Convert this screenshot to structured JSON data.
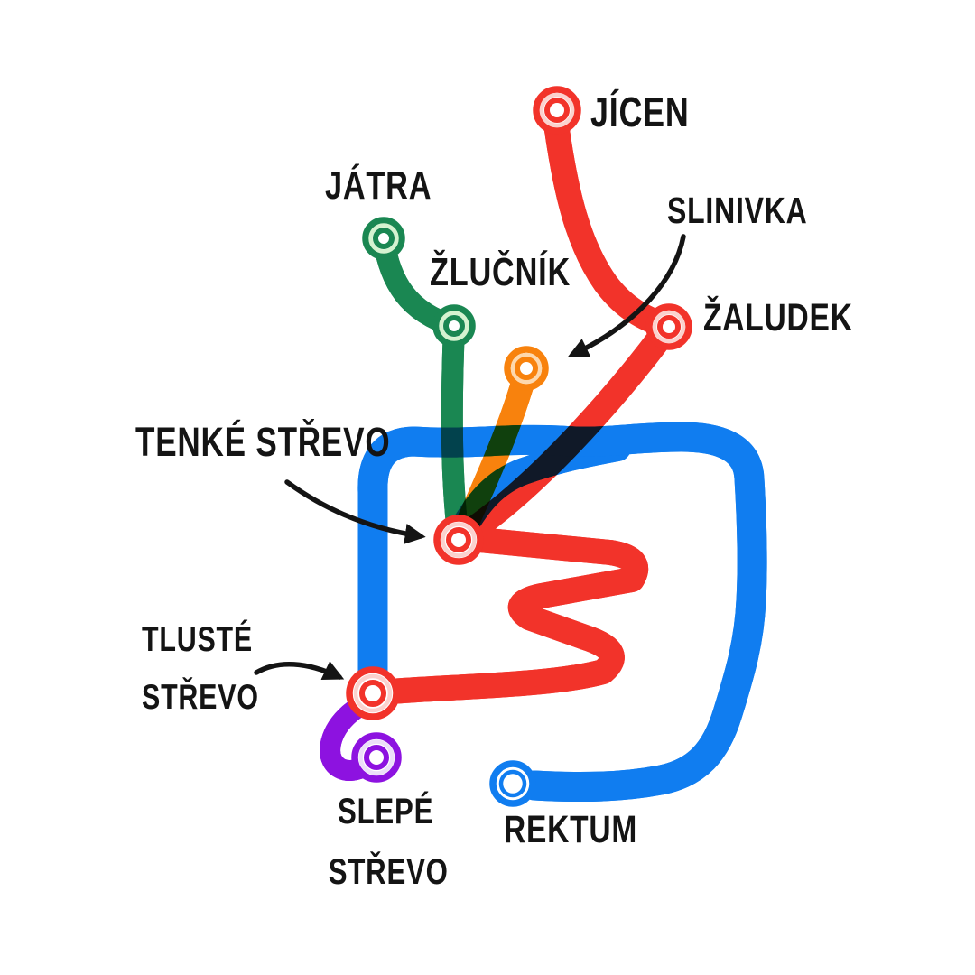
{
  "labels": {
    "jicen": "JÍCEN",
    "jatra": "JÁTRA",
    "zlucnik": "ŽLUČNÍK",
    "slinivka": "SLINIVKA",
    "zaludek": "ŽALUDEK",
    "tenke_strevo": "TENKÉ STŘEVO",
    "tluste_line1": "TLUSTÉ",
    "tluste_line2": "STŘEVO",
    "slepe_line1": "SLEPÉ",
    "slepe_line2": "STŘEVO",
    "rektum": "REKTUM"
  },
  "lines": [
    {
      "id": "red",
      "stations": [
        "JÍCEN",
        "ŽALUDEK",
        "TENKÉ STŘEVO"
      ]
    },
    {
      "id": "green",
      "stations": [
        "JÁTRA",
        "ŽLUČNÍK"
      ]
    },
    {
      "id": "orange",
      "stations": [
        "SLINIVKA"
      ]
    },
    {
      "id": "blue",
      "stations": [
        "TLUSTÉ STŘEVO",
        "REKTUM"
      ]
    },
    {
      "id": "purple",
      "stations": [
        "SLEPÉ STŘEVO"
      ]
    }
  ],
  "colors": {
    "red_line": "#f2332a",
    "red_fill": "#f9a59f",
    "red_tint": "#fbd2ce",
    "green_line": "#1a8752",
    "green_fill": "#c9f2c5",
    "green_tint": "#d5f3d0",
    "orange_line": "#f8820d",
    "orange_fill": "#fcc694",
    "orange_tint": "#fdd8ad",
    "blue_line": "#107df0",
    "blue_fill": "#cdeffc",
    "blue_tint": "#d7f0fc",
    "purple_line": "#8d12e0",
    "purple_fill": "#e9d9f8",
    "purple_tint": "#ecdff9",
    "text": "#141414",
    "background": "#ffffff"
  }
}
